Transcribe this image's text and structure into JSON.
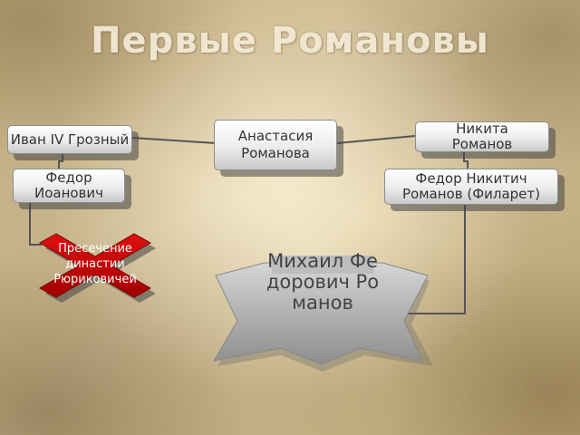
{
  "title": "Первые Романовы",
  "nodes": {
    "ivan": "Иван IV Грозный",
    "anastasia": "Анастасия Романова",
    "nikita": "Никита Романов",
    "fedor_ioanovich": "Федор Иоанович",
    "fedor_nikitich": "Федор Никитич Романов (Филарет)",
    "mikhail": "Михаил Федорович Романов"
  },
  "dynasty_end": "Пресечение династии Рюриковичей",
  "colors": {
    "cross": "#c00000",
    "connector": "#555555",
    "banner": "#b5b5b5"
  }
}
